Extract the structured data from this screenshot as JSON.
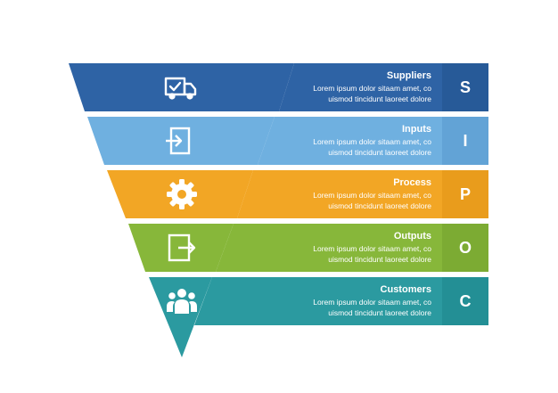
{
  "steps": [
    {
      "title": "Suppliers",
      "desc_line1": "Lorem ipsum dolor sitaam amet, co",
      "desc_line2": "uismod tincidunt laoreet dolore",
      "letter": "S",
      "icon": "truck-icon",
      "color": "#2e63a5",
      "tab_color": "#275a98"
    },
    {
      "title": "Inputs",
      "desc_line1": "Lorem ipsum dolor sitaam amet, co",
      "desc_line2": "uismod tincidunt laoreet dolore",
      "letter": "I",
      "icon": "login-icon",
      "color": "#6fb0e0",
      "tab_color": "#62a3d6"
    },
    {
      "title": "Process",
      "desc_line1": "Lorem ipsum dolor sitaam amet, co",
      "desc_line2": "uismod tincidunt laoreet dolore",
      "letter": "P",
      "icon": "gear-icon",
      "color": "#f2a625",
      "tab_color": "#e99c1c"
    },
    {
      "title": "Outputs",
      "desc_line1": "Lorem ipsum dolor sitaam amet, co",
      "desc_line2": "uismod tincidunt laoreet dolore",
      "letter": "O",
      "icon": "logout-icon",
      "color": "#87b73a",
      "tab_color": "#7cab33"
    },
    {
      "title": "Customers",
      "desc_line1": "Lorem ipsum dolor sitaam amet, co",
      "desc_line2": "uismod tincidunt laoreet dolore",
      "letter": "C",
      "icon": "users-icon",
      "color": "#2b9aa0",
      "tab_color": "#238f95"
    }
  ]
}
